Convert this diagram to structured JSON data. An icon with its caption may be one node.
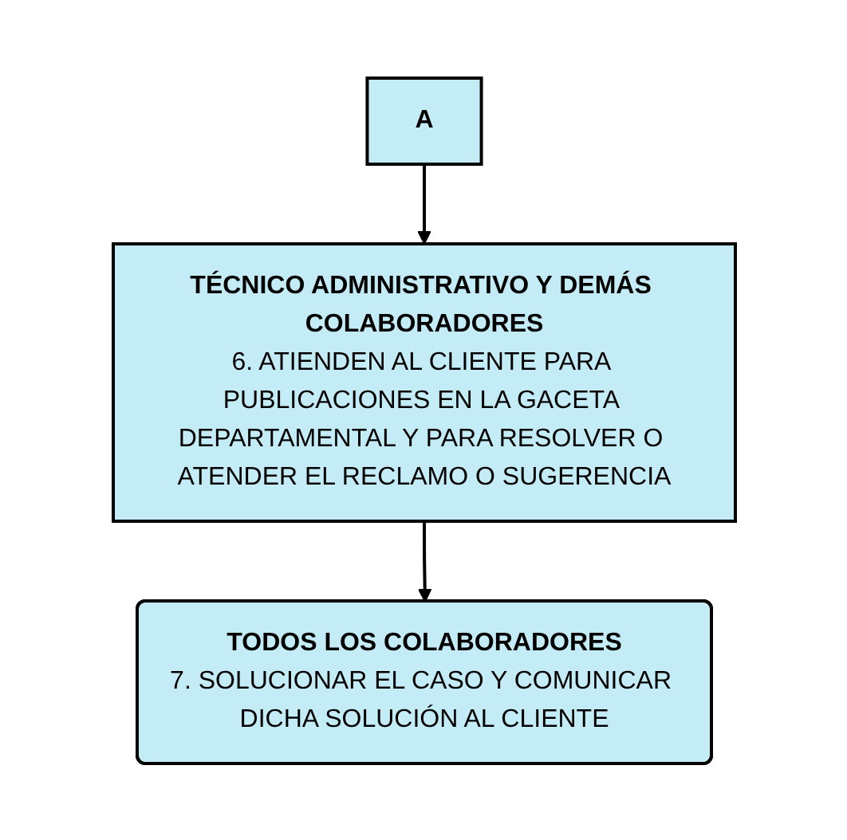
{
  "diagram": {
    "nodes": [
      {
        "text": [
          "A"
        ]
      },
      {
        "text": [
          "TÉCNICO ADMINISTRATIVO Y DEMÁS COLABORADORES",
          "6. ATIENDEN AL CLIENTE PARA PUBLICACIONES EN LA GACETA DEPARTAMENTAL Y PARA RESOLVER O ATENDER EL RECLAMO O SUGERENCIA"
        ]
      },
      {
        "text": [
          "TODOS LOS COLABORADORES",
          "7. SOLUCIONAR EL CASO Y COMUNICAR DICHA SOLUCIÓN AL CLIENTE"
        ]
      }
    ],
    "edges": [
      {
        "from": 0,
        "to": 1,
        "arrow": "to"
      },
      {
        "from": 1,
        "to": 2,
        "arrow": "to"
      }
    ]
  }
}
